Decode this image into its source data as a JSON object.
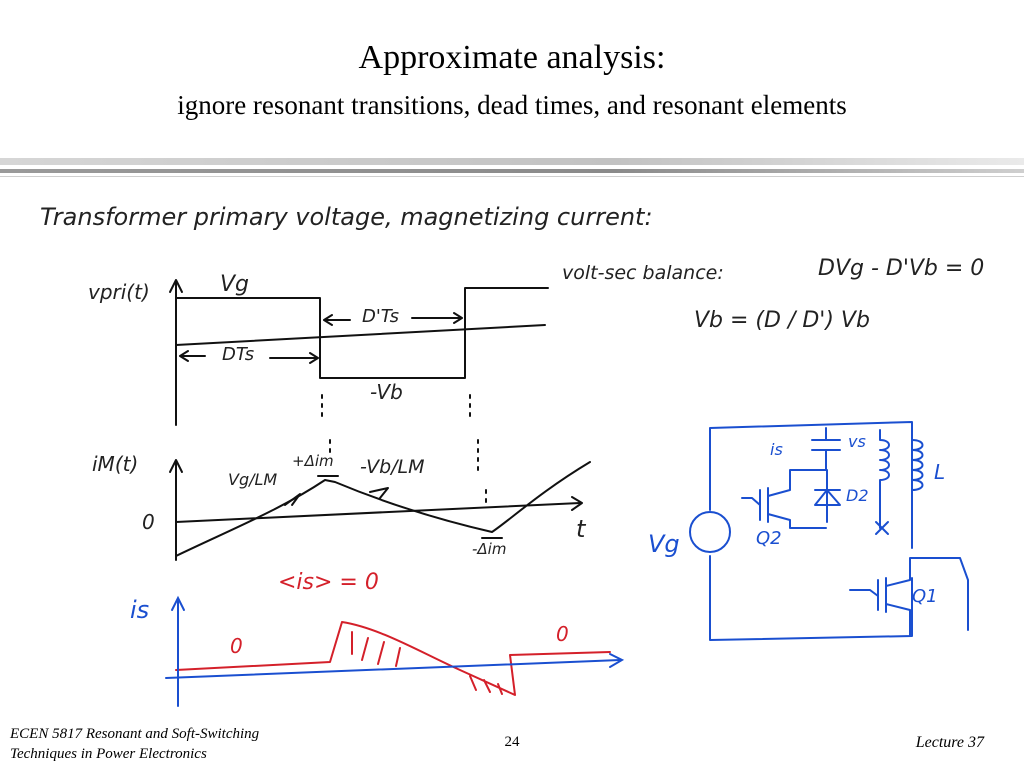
{
  "slide": {
    "title": "Approximate analysis:",
    "subtitle": "ignore resonant transitions, dead times, and resonant elements"
  },
  "handwriting": {
    "heading": "Transformer primary voltage, magnetizing current:",
    "vpri_label": "vpri(t)",
    "vg_label": "Vg",
    "dprime_ts": "D'Ts",
    "d_ts": "DTs",
    "minus_vb": "-Vb",
    "volt_sec": "volt-sec balance:",
    "balance_eq": "DVg - D'Vb = 0",
    "vb_eq": "Vb = (D / D') Vb",
    "im_label": "iM(t)",
    "plus_dim": "+Δim",
    "slope_up": "Vg/LM",
    "slope_down": "-Vb/LM",
    "zero": "0",
    "t_axis": "t",
    "minus_dim": "-Δim",
    "is_avg": "<is> = 0",
    "is_label": "is",
    "is_zero_left": "0",
    "is_zero_right": "0",
    "circuit_is": "is",
    "circuit_vs": "vs",
    "circuit_vg": "Vg",
    "circuit_q2": "Q2",
    "circuit_q1": "Q1",
    "circuit_d2": "D2",
    "circuit_l": "L"
  },
  "footer": {
    "course_line1": "ECEN 5817  Resonant and Soft-Switching",
    "course_line2": "Techniques in Power Electronics",
    "page_number": "24",
    "lecture": "Lecture 37"
  },
  "colors": {
    "ink": "#111111",
    "red": "#d4202a",
    "blue": "#1a4fd0"
  }
}
